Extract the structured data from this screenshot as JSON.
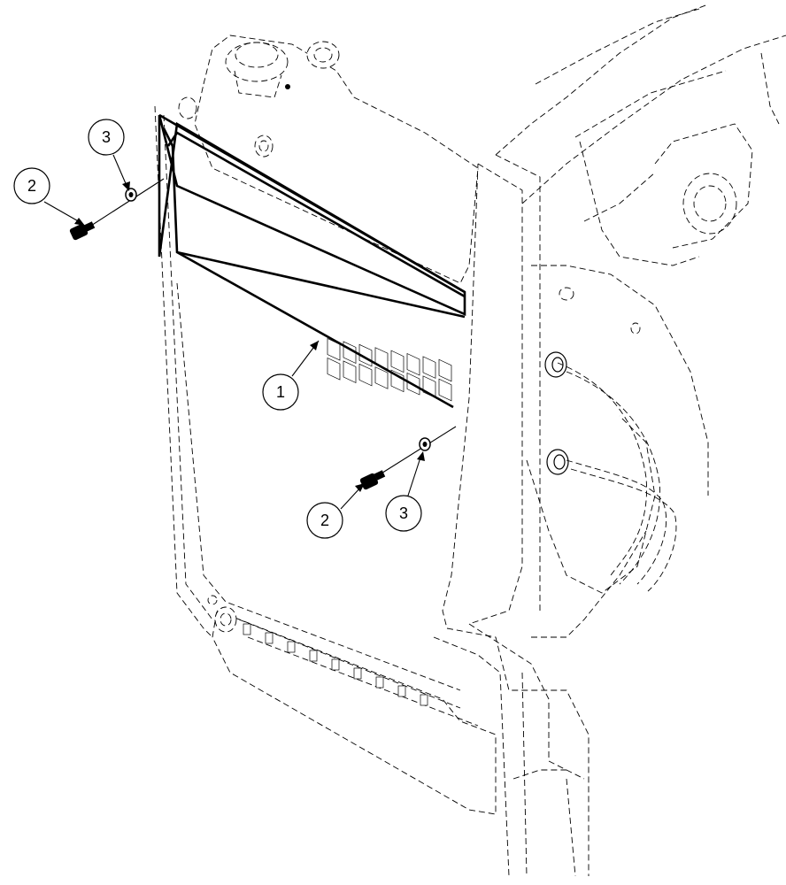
{
  "callouts": [
    {
      "id": "1",
      "label": "1",
      "part": "shroud"
    },
    {
      "id": "2a",
      "label": "2",
      "part": "bolt"
    },
    {
      "id": "3a",
      "label": "3",
      "part": "washer"
    },
    {
      "id": "2b",
      "label": "2",
      "part": "bolt"
    },
    {
      "id": "3b",
      "label": "3",
      "part": "washer"
    }
  ]
}
